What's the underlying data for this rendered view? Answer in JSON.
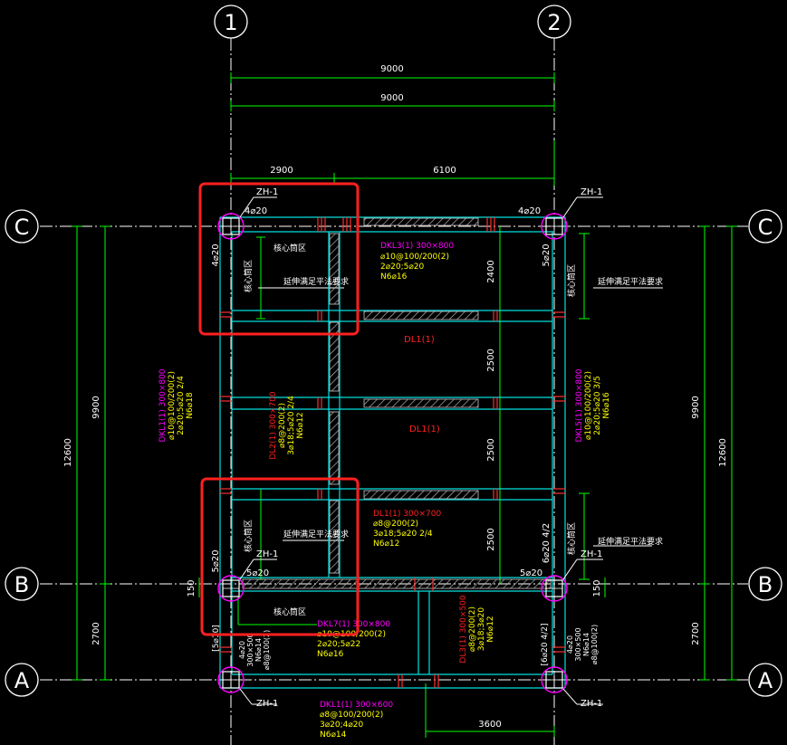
{
  "grid": {
    "vertical": [
      "1",
      "2"
    ],
    "horizontal": [
      "C",
      "B",
      "A"
    ]
  },
  "dimensions": {
    "top_total_outer": "9000",
    "top_total_inner": "9000",
    "top_left_span": "2900",
    "top_right_span": "6100",
    "left_outer_total": "12600",
    "left_upper": "9900",
    "left_lower": "2700",
    "right_outer_total": "12600",
    "right_upper": "9900",
    "right_lower": "2700",
    "inner_h1": "2400",
    "inner_h2": "2500",
    "inner_h3": "2500",
    "inner_h4": "2500",
    "offset_left": "150",
    "offset_right": "150",
    "bottom_span": "3600"
  },
  "columns": {
    "zh1": "ZH-1",
    "bar_4": "4⌀20",
    "bar_5": "5⌀20"
  },
  "annotations": {
    "core_zone": "核心筒区",
    "extend": "延伸满足平法要求",
    "bottom_left_bracket": "[5⌀10]",
    "bottom_right_bracket": "[6⌀20 4/2]",
    "side_right_mid": "6⌀20 4/2"
  },
  "beams": {
    "dkl3": [
      "DKL3(1) 300×800",
      "⌀10@100/200(2)",
      "2⌀20;5⌀20",
      "N6⌀16"
    ],
    "dl1_top": [
      "DL1(1)"
    ],
    "dl1_mid": [
      "DL1(1)"
    ],
    "dkl1_left": [
      "DKL1(1) 300×800",
      "⌀10@100/200(2)",
      "2⌀20;5⌀20 2/4",
      "N6⌀18"
    ],
    "dl2": [
      "DL2(1) 300×700",
      "⌀8@200(2)",
      "3⌀18;5⌀20 2/4",
      "N6⌀12"
    ],
    "dkl5": [
      "DKL5(1) 300×800",
      "⌀10@100/200(2)",
      "2⌀20;5⌀20 3/5",
      "N6⌀16"
    ],
    "dl1_lower": [
      "DL1(1) 300×700",
      "⌀8@200(2)",
      "3⌀18;5⌀20 2/4",
      "N6⌀12"
    ],
    "dkl7": [
      "DKL7(1) 300×800",
      "⌀10@100/200(2)",
      "2⌀20;5⌀22",
      "N6⌀16"
    ],
    "dl3": [
      "DL3(1) 300×500",
      "⌀8@200(2)",
      "3⌀18;3⌀20",
      "N6⌀12"
    ],
    "dkl1_bottom": [
      "DKL1(1) 300×600",
      "⌀8@100/200(2)",
      "3⌀20;4⌀20",
      "N6⌀14"
    ],
    "left_lower_col": [
      "4⌀20",
      "300×500",
      "N6⌀14",
      "⌀8@100(2)"
    ],
    "right_lower_col": [
      "4⌀20",
      "300×500",
      "N6⌀14",
      "⌀8@100(2)"
    ]
  },
  "colors": {
    "axis": "#ffffff",
    "dimension": "#00ff00",
    "wall": "#00e0e0",
    "hatch": "#c8c8c8",
    "beam_label_magenta": "#ff00ff",
    "beam_label_yellow": "#ffff00",
    "beam_label_red": "#ff2020",
    "column_circle": "#ff00ff",
    "rebar": "#ff3030",
    "highlight": "#ff2020"
  }
}
